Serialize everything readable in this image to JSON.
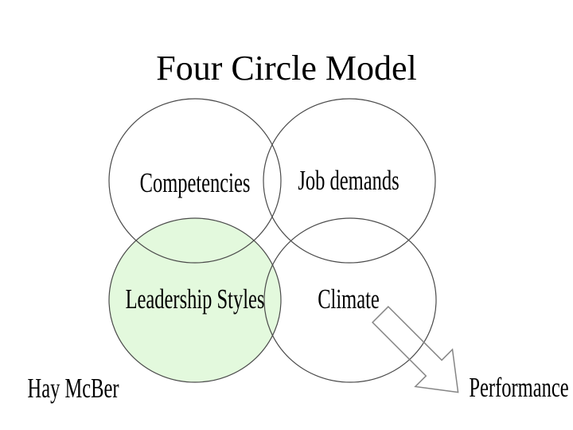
{
  "slide": {
    "title": "Four Circle Model",
    "circles": {
      "competencies": {
        "label": "Competencies"
      },
      "job_demands": {
        "label": "Job demands"
      },
      "leadership_styles": {
        "label": "Leadership Styles"
      },
      "climate": {
        "label": "Climate"
      }
    },
    "attribution": "Hay McBer",
    "arrow_label": "Performance",
    "colors": {
      "background": "#ffffff",
      "text": "#000000",
      "circle_stroke": "#4a4a4a",
      "leadership_fill": "#e3f9dd",
      "arrow_stroke": "#858585"
    }
  }
}
